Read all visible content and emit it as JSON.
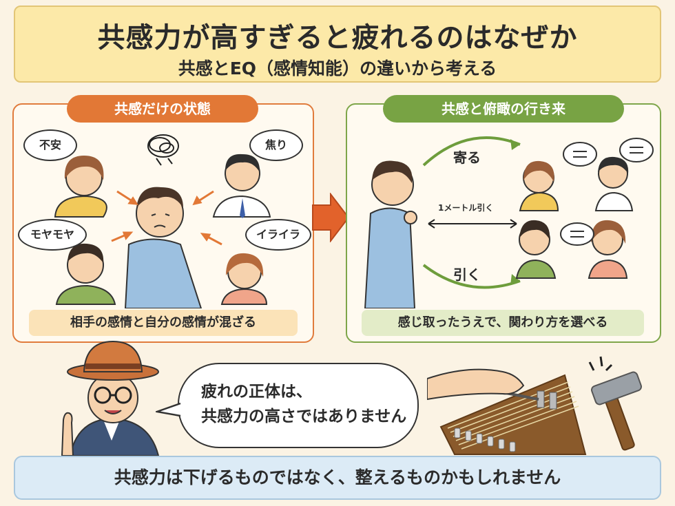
{
  "header": {
    "title": "共感力が高すぎると疲れるのはなぜか",
    "subtitle": "共感とEQ（感情知能）の違いから考える"
  },
  "left_panel": {
    "heading": "共感だけの状態",
    "bubbles": [
      "不安",
      "焦り",
      "モヤモヤ",
      "イライラ"
    ],
    "caption": "相手の感情と自分の感情が混ざる"
  },
  "right_panel": {
    "heading": "共感と俯瞰の行き来",
    "label_approach": "寄る",
    "label_distance": "1メートル引く",
    "label_withdraw": "引く",
    "caption": "感じ取ったうえで、関わり方を選べる"
  },
  "speech": {
    "line1": "疲れの正体は、",
    "line2": "共感力の高さではありません"
  },
  "footer": {
    "message": "共感力は下げるものではなく、整えるものかもしれません"
  },
  "colors": {
    "orange": "#e27836",
    "green": "#78a344",
    "title_bg": "#fce9a8",
    "footer_bg": "#dcebf6"
  }
}
